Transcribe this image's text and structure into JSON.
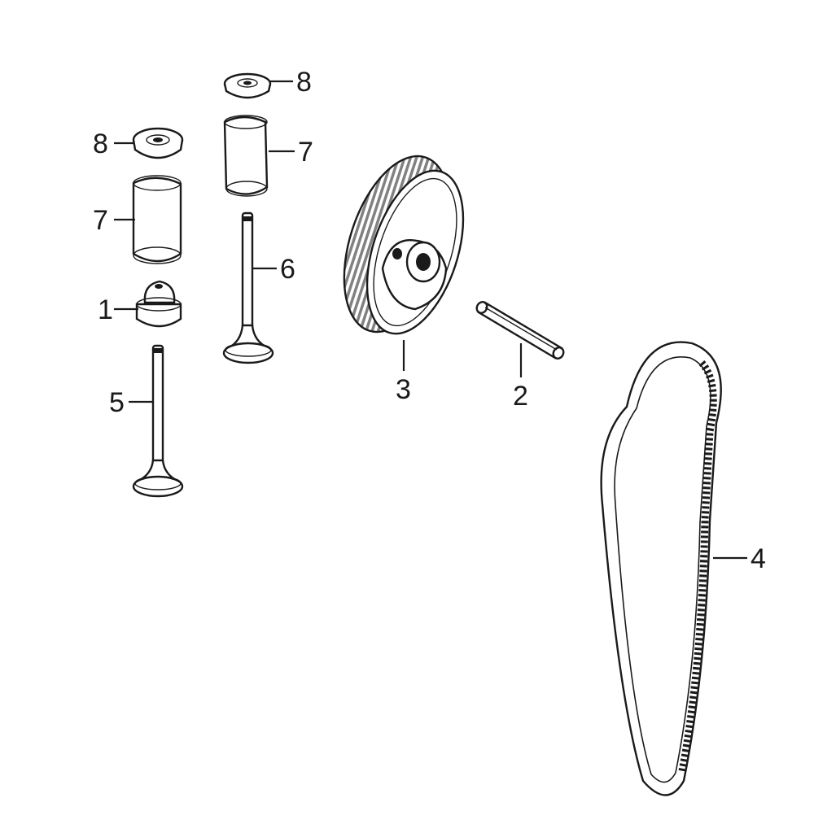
{
  "diagram": {
    "colors": {
      "line": "#1a1a1a",
      "background": "#ffffff"
    },
    "callouts": [
      {
        "id": "c1",
        "label": "1"
      },
      {
        "id": "c2",
        "label": "2"
      },
      {
        "id": "c3",
        "label": "3"
      },
      {
        "id": "c4",
        "label": "4"
      },
      {
        "id": "c5",
        "label": "5"
      },
      {
        "id": "c6",
        "label": "6"
      },
      {
        "id": "c7a",
        "label": "7"
      },
      {
        "id": "c7b",
        "label": "7"
      },
      {
        "id": "c8a",
        "label": "8"
      },
      {
        "id": "c8b",
        "label": "8"
      }
    ]
  }
}
